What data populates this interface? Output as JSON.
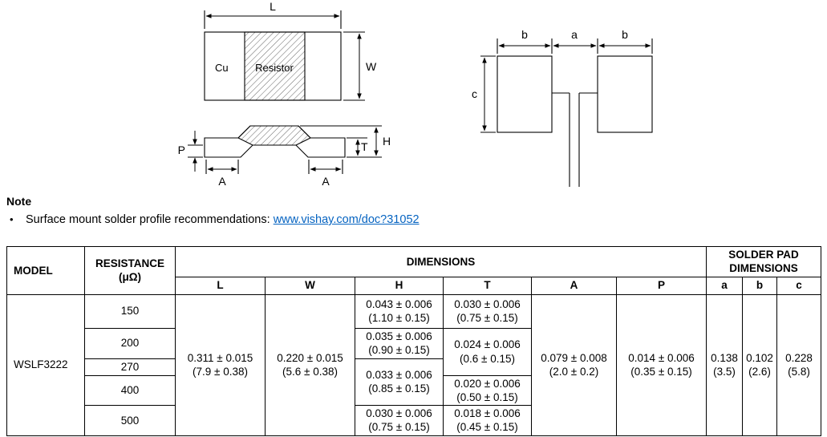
{
  "diagram": {
    "top_view": {
      "L": "L",
      "W": "W",
      "cu": "Cu",
      "resistor": "Resistor"
    },
    "side_view": {
      "P": "P",
      "A_left": "A",
      "A_right": "A",
      "T": "T",
      "H": "H"
    },
    "pad_view": {
      "b_left": "b",
      "a": "a",
      "b_right": "b",
      "c": "c"
    }
  },
  "note": {
    "heading": "Note",
    "bullet": "•",
    "text": "Surface mount solder profile recommendations: ",
    "link": "www.vishay.com/doc?31052"
  },
  "table": {
    "header": {
      "model": "MODEL",
      "resistance_line1": "RESISTANCE",
      "resistance_line2": "(μΩ)",
      "dimensions": "DIMENSIONS",
      "solder_pad_line1": "SOLDER PAD",
      "solder_pad_line2": "DIMENSIONS",
      "col_L": "L",
      "col_W": "W",
      "col_H": "H",
      "col_T": "T",
      "col_A": "A",
      "col_P": "P",
      "col_a": "a",
      "col_b": "b",
      "col_c": "c"
    },
    "model": "WSLF3222",
    "resistance": [
      "150",
      "200",
      "270",
      "400",
      "500"
    ],
    "L": {
      "in": "0.311 ± 0.015",
      "mm": "(7.9 ± 0.38)"
    },
    "W": {
      "in": "0.220 ± 0.015",
      "mm": "(5.6 ± 0.38)"
    },
    "H": [
      {
        "in": "0.043 ± 0.006",
        "mm": "(1.10 ± 0.15)"
      },
      {
        "in": "0.035 ± 0.006",
        "mm": "(0.90 ± 0.15)"
      },
      {
        "in": "0.033 ± 0.006",
        "mm": "(0.85 ± 0.15)"
      },
      {
        "in": "0.030 ± 0.006",
        "mm": "(0.75 ± 0.15)"
      }
    ],
    "T": [
      {
        "in": "0.030 ± 0.006",
        "mm": "(0.75 ± 0.15)"
      },
      {
        "in": "0.024 ± 0.006",
        "mm": "(0.6 ± 0.15)"
      },
      {
        "in": "0.020 ± 0.006",
        "mm": "(0.50 ± 0.15)"
      },
      {
        "in": "0.018 ± 0.006",
        "mm": "(0.45 ± 0.15)"
      }
    ],
    "A": {
      "in": "0.079 ± 0.008",
      "mm": "(2.0 ± 0.2)"
    },
    "P": {
      "in": "0.014 ± 0.006",
      "mm": "(0.35 ± 0.15)"
    },
    "a": {
      "in": "0.138",
      "mm": "(3.5)"
    },
    "b": {
      "in": "0.102",
      "mm": "(2.6)"
    },
    "c": {
      "in": "0.228",
      "mm": "(5.8)"
    }
  },
  "colors": {
    "link": "#0563C1"
  }
}
